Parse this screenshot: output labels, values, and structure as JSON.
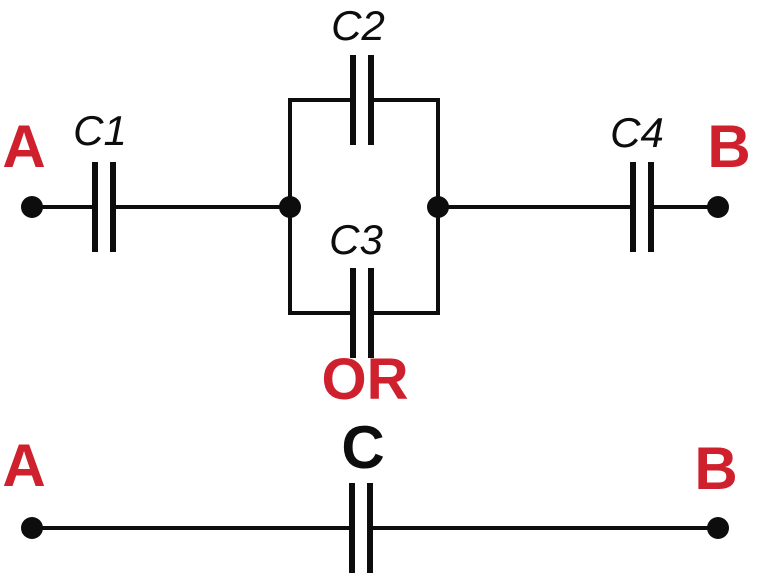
{
  "labels": {
    "terminal_a_top": "A",
    "terminal_b_top": "B",
    "cap_c1": "C1",
    "cap_c2": "C2",
    "cap_c3": "C3",
    "cap_c4": "C4",
    "or": "OR",
    "terminal_a_bottom": "A",
    "terminal_b_bottom": "B",
    "cap_equivalent": "C"
  },
  "colors": {
    "terminal_label": "#cf202d",
    "line": "#0d0d0d",
    "background": "#ffffff"
  }
}
